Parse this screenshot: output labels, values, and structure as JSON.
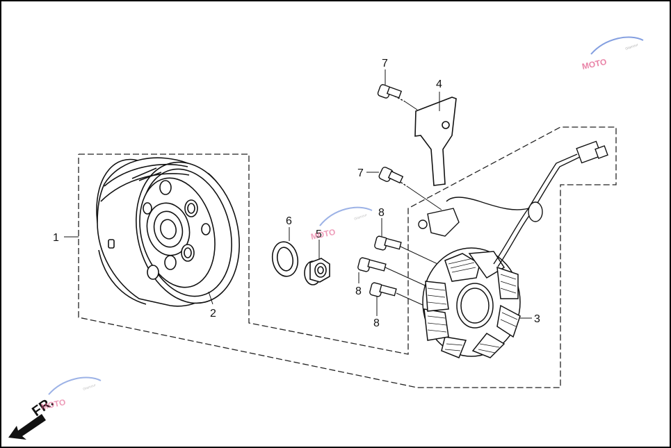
{
  "diagram": {
    "callouts": {
      "c1": "1",
      "c2": "2",
      "c3": "3",
      "c4": "4",
      "c5": "5",
      "c6": "6",
      "c7a": "7",
      "c7b": "7",
      "c8a": "8",
      "c8b": "8",
      "c8c": "8"
    },
    "direction_label": "FR.",
    "watermark": {
      "text": "MOTO",
      "sub": "Glamour",
      "colors": {
        "pink": "#e25a8a",
        "blue": "#5b7fd6",
        "gray": "#bbbbbb"
      }
    }
  }
}
